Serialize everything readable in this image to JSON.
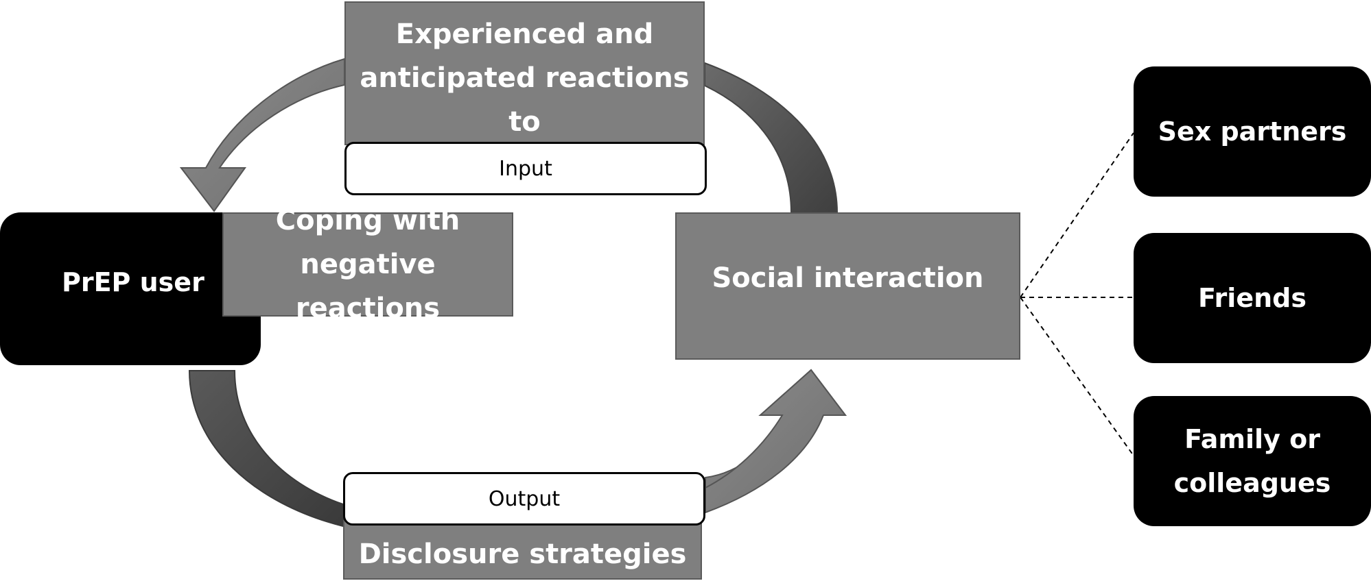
{
  "nodes": {
    "reactions": "Experienced and\nanticipated reactions to\nPrEP use",
    "input": "Input",
    "prep_user": "PrEP user",
    "coping": "Coping with\nnegative reactions",
    "social_interaction": "Social interaction",
    "output": "Output",
    "disclosure": "Disclosure strategies",
    "sex_partners": "Sex partners",
    "friends": "Friends",
    "family_colleagues": "Family or\ncolleagues"
  },
  "colors": {
    "gray_box": "#7f7f7f",
    "black_box": "#000000",
    "arrow_light": "#808080",
    "arrow_dark": "#4d4d4d"
  }
}
